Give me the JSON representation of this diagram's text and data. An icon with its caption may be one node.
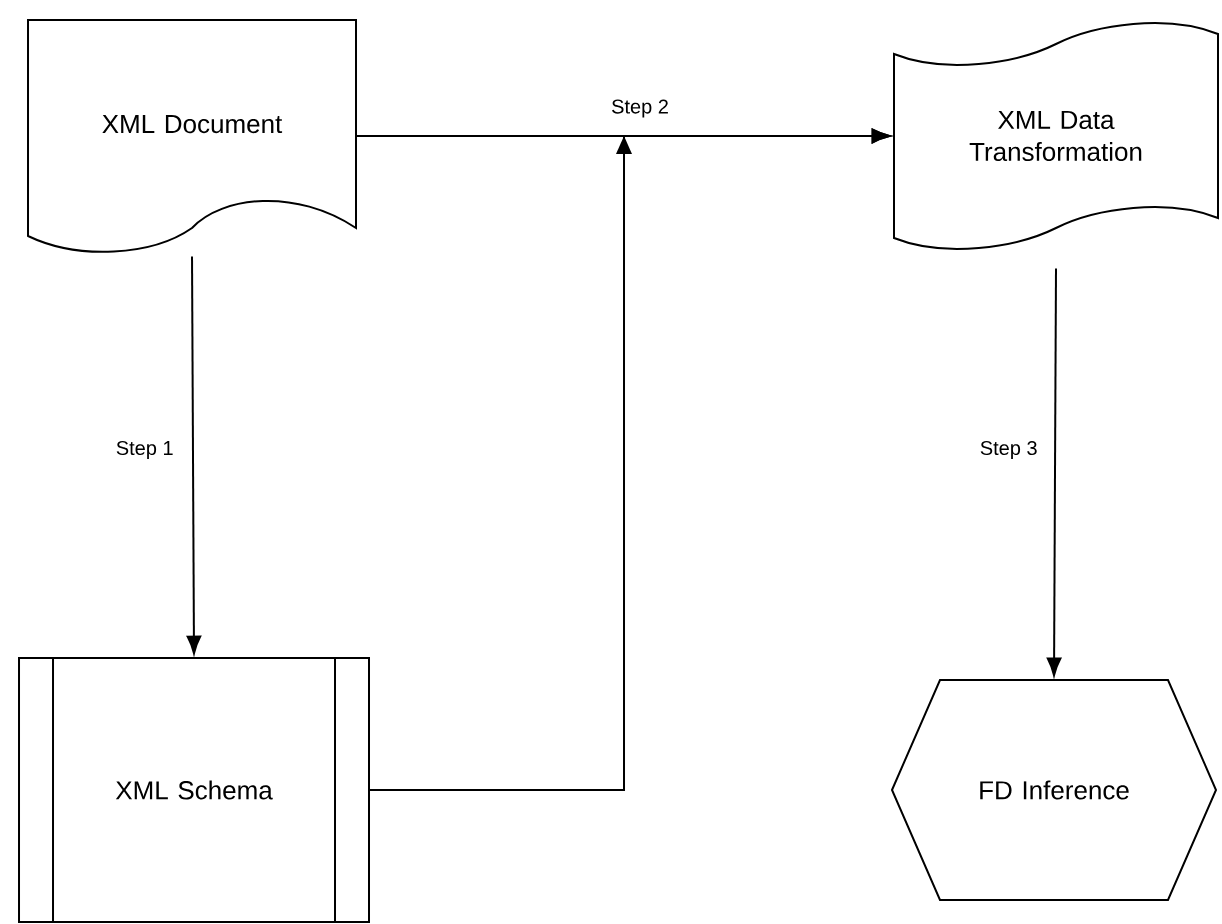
{
  "diagram": {
    "nodes": [
      {
        "text": [
          "XML Document"
        ]
      },
      {
        "text": [
          "XML Schema"
        ]
      },
      {
        "text": [
          "XML Data Transformation"
        ]
      },
      {
        "text": [
          "FD Inference"
        ]
      }
    ],
    "edges": [
      {
        "from": 0,
        "to": 1,
        "arrow": "to",
        "label": "Step 1"
      },
      {
        "from": 0,
        "to": 2,
        "arrow": "to",
        "label": "Step 2"
      },
      {
        "from": 1,
        "to": 2,
        "arrow": "to"
      },
      {
        "from": 2,
        "to": 3,
        "arrow": "to",
        "label": "Step 3"
      }
    ]
  }
}
